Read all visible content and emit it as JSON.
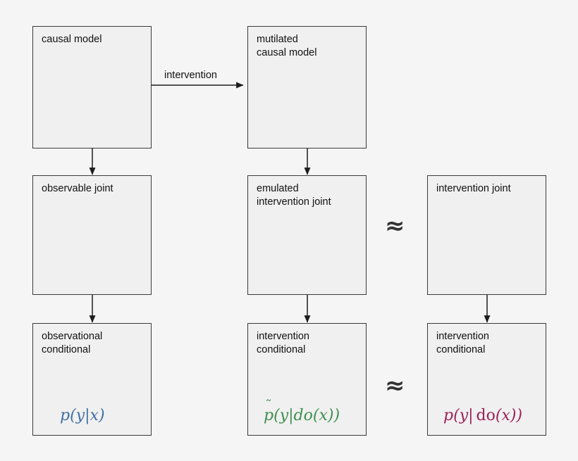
{
  "diagram": {
    "title_area": "causal model intervention diagram",
    "background_color": "#f5f5f5",
    "box_fill": "#f0f0f0",
    "box_border": "#3a3a3a",
    "node_fill": "#b5b5b5",
    "node_stroke": "#555555",
    "root_node_fill": "#d8d8d8",
    "root_node_stroke": "#b0b0b0",
    "arrow_color": "#555555",
    "flow_arrow_color": "#222222",
    "colors": {
      "blue": "#2b6cb0",
      "green": "#3f8f29",
      "red": "#a8301c",
      "magenta": "#9b2257"
    }
  },
  "edge_labels": {
    "intervention": "intervention"
  },
  "approx_symbols": {
    "row_joint": "≈",
    "row_conditional": "≈"
  },
  "boxes": [
    {
      "id": "causal-model",
      "label": "causal model",
      "row": "top",
      "column": "left"
    },
    {
      "id": "mutilated-causal-model",
      "label": "mutilated\ncausal model",
      "row": "top",
      "column": "middle"
    },
    {
      "id": "observable-joint",
      "label": "observable joint",
      "row": "middle",
      "column": "left",
      "accent": "#2b6cb0"
    },
    {
      "id": "emulated-intervention-joint",
      "label": "emulated\nintervention joint",
      "row": "middle",
      "column": "middle",
      "accent": "#3f8f29"
    },
    {
      "id": "intervention-joint",
      "label": "intervention joint",
      "row": "middle",
      "column": "right",
      "accent": "#a8301c"
    },
    {
      "id": "observational-conditional",
      "label": "observational\nconditional",
      "row": "bottom",
      "column": "left",
      "accent": "#2b6cb0"
    },
    {
      "id": "intervention-conditional-middle",
      "label": "intervention\nconditional",
      "row": "bottom",
      "column": "middle",
      "accent": "#3f8f29"
    },
    {
      "id": "intervention-conditional-right",
      "label": "intervention\nconditional",
      "row": "bottom",
      "column": "right",
      "accent": "#a8301c"
    }
  ],
  "formulas": {
    "observational": {
      "plain": "p(y|x)",
      "p": "p",
      "open": "(",
      "y": "y",
      "bar": "|",
      "x": "x",
      "close": ")",
      "color": "#3f6fa8"
    },
    "emulated": {
      "plain": "p̃(y|do(x))",
      "p": "p",
      "tilde": "˜",
      "open": "(",
      "y": "y",
      "bar": "|",
      "do": "do",
      "open2": "(",
      "x": "x",
      "close2": ")",
      "close": ")",
      "color": "#3f8f4f"
    },
    "true": {
      "plain": "p(y| do(x))",
      "p": "p",
      "open": "(",
      "y": "y",
      "bar": "|",
      "do": "do",
      "open2": "(",
      "x": "x",
      "close2": ")",
      "close": ")",
      "color": "#9b2257"
    }
  }
}
